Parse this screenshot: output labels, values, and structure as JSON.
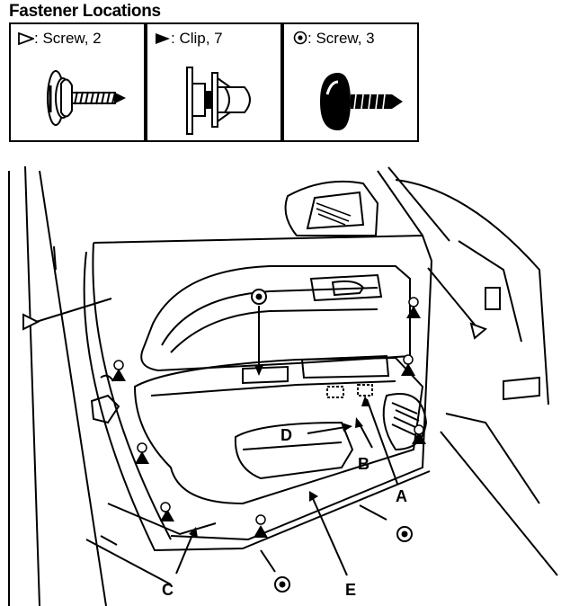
{
  "title": "Fastener Locations",
  "legend": [
    {
      "icon": "hollow-triangle-icon",
      "label": ": Screw, 2"
    },
    {
      "icon": "filled-triangle-icon",
      "label": ": Clip, 7"
    },
    {
      "icon": "circle-dot-icon",
      "label": ": Screw, 3"
    }
  ],
  "callouts": {
    "a": "A",
    "b": "B",
    "c": "C",
    "d": "D",
    "e": "E"
  }
}
